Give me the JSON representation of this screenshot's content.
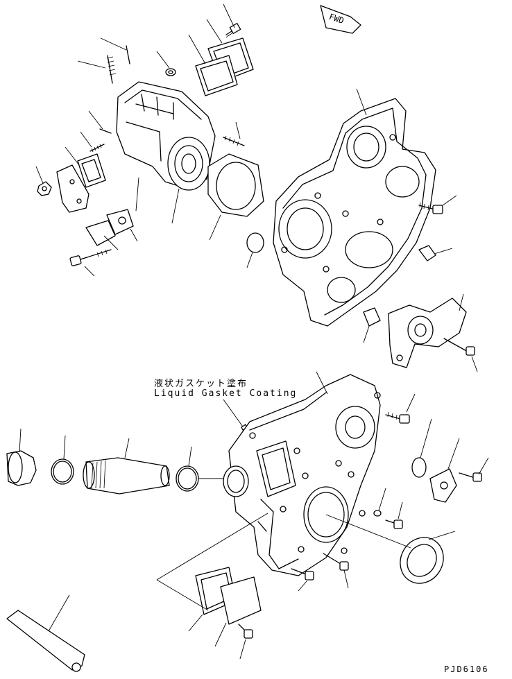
{
  "direction_marker": {
    "label": "FWD"
  },
  "annotation": {
    "japanese": "液状ガスケット塗布",
    "english": "Liquid Gasket Coating"
  },
  "drawing_code": "PJD6106"
}
